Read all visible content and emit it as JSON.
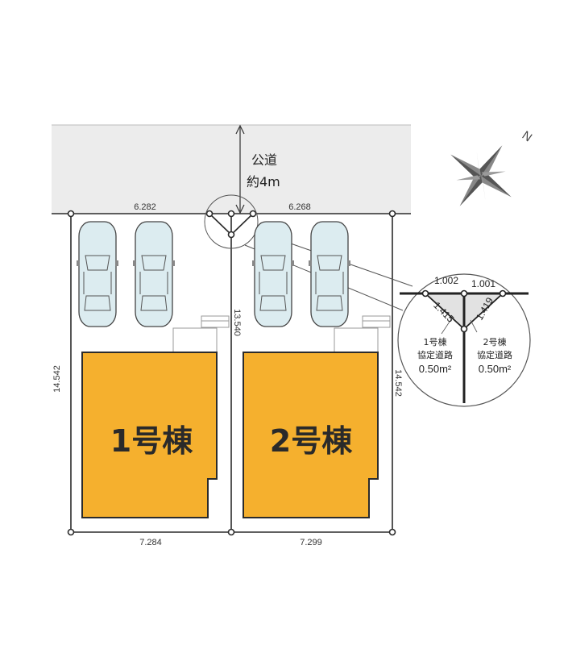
{
  "road": {
    "name": "公道",
    "width": "約4m"
  },
  "compass": {
    "north_label": "N"
  },
  "dimensions": {
    "top_left": "6.282",
    "top_right": "6.268",
    "left": "14.542",
    "middle": "13.540",
    "right": "14.542",
    "bottom_left": "7.284",
    "bottom_right": "7.299"
  },
  "buildings": [
    {
      "label": "1号棟",
      "color": "#f5b02e"
    },
    {
      "label": "2号棟",
      "color": "#f5b02e"
    }
  ],
  "detail": {
    "top_left": "1.002",
    "top_right": "1.001",
    "diag_left": "1.415",
    "diag_right": "1.419",
    "lot1_name": "1号棟",
    "lot1_type": "協定道路",
    "lot1_area": "0.50m²",
    "lot2_name": "2号棟",
    "lot2_type": "協定道路",
    "lot2_area": "0.50m²"
  },
  "colors": {
    "road_fill": "#ececec",
    "car_fill": "#dcecf0",
    "building_fill": "#f5b02e"
  }
}
